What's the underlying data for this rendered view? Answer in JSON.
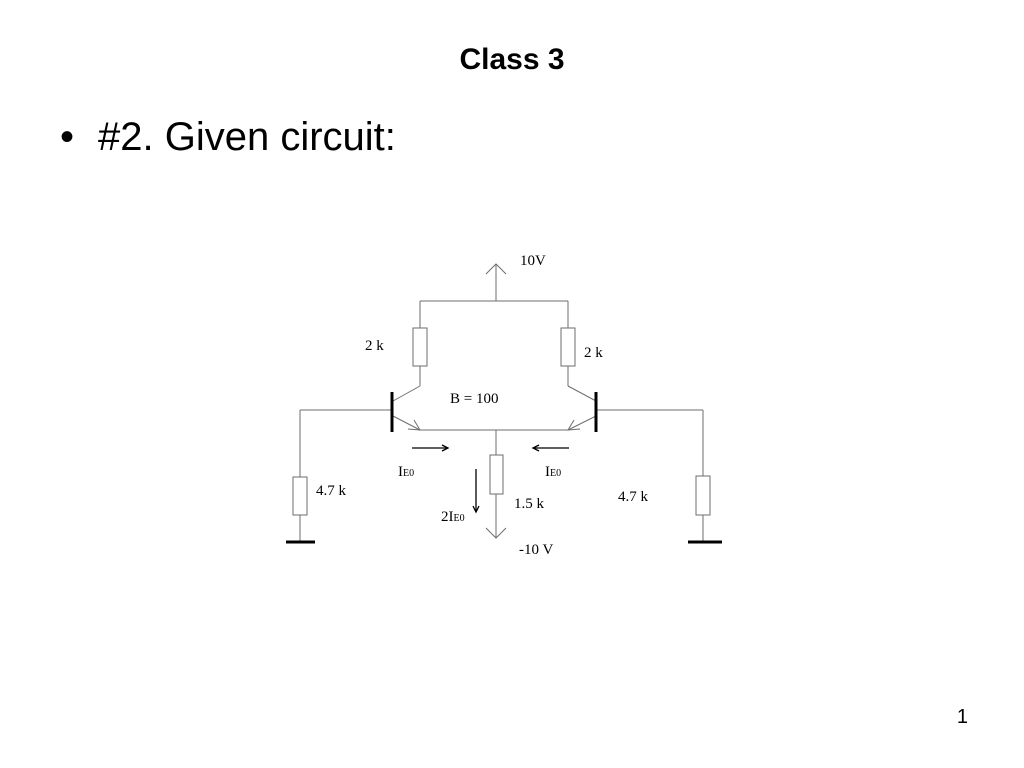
{
  "slide": {
    "title": "Class 3",
    "bullet_symbol": "•",
    "bullet_text": "#2. Given circuit:",
    "page_number": "1"
  },
  "circuit": {
    "supply_positive": "10V",
    "supply_negative": "-10 V",
    "collector_resistor_left": "2 k",
    "collector_resistor_right": "2 k",
    "beta": "B = 100",
    "base_resistor_left": "4.7 k",
    "base_resistor_right": "4.7 k",
    "emitter_resistor": "1.5 k",
    "current_left": {
      "main": "I",
      "sub": "E0"
    },
    "current_right": {
      "main": "I",
      "sub": "E0"
    },
    "current_tail": {
      "main": "2I",
      "sub": "E0"
    }
  }
}
